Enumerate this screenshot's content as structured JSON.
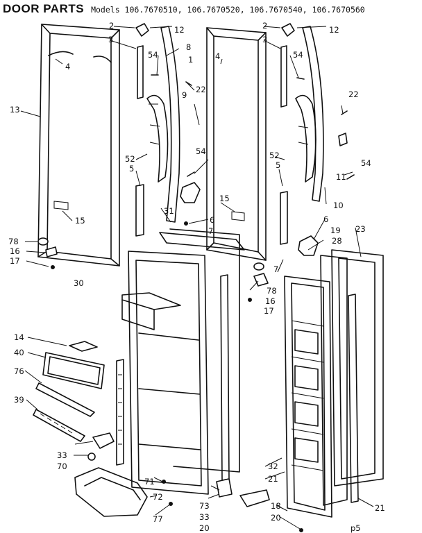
{
  "header": {
    "title": "DOOR PARTS",
    "models": "Models 106.7670510, 106.7670520, 106.7670540, 106.7670560"
  },
  "callouts": [
    "2",
    "12",
    "3",
    "4",
    "54",
    "8",
    "1",
    "4",
    "2",
    "3",
    "12",
    "54",
    "13",
    "22",
    "9",
    "22",
    "52",
    "5",
    "54",
    "52",
    "11",
    "54",
    "5",
    "15",
    "31",
    "15",
    "10",
    "6",
    "7",
    "6",
    "19",
    "28",
    "23",
    "78",
    "16",
    "17",
    "7",
    "78",
    "16",
    "17",
    "30",
    "14",
    "40",
    "76",
    "39",
    "33",
    "70",
    "32",
    "21",
    "71",
    "72",
    "77",
    "73",
    "33",
    "20",
    "18",
    "20",
    "21"
  ],
  "page_ref": "p5"
}
